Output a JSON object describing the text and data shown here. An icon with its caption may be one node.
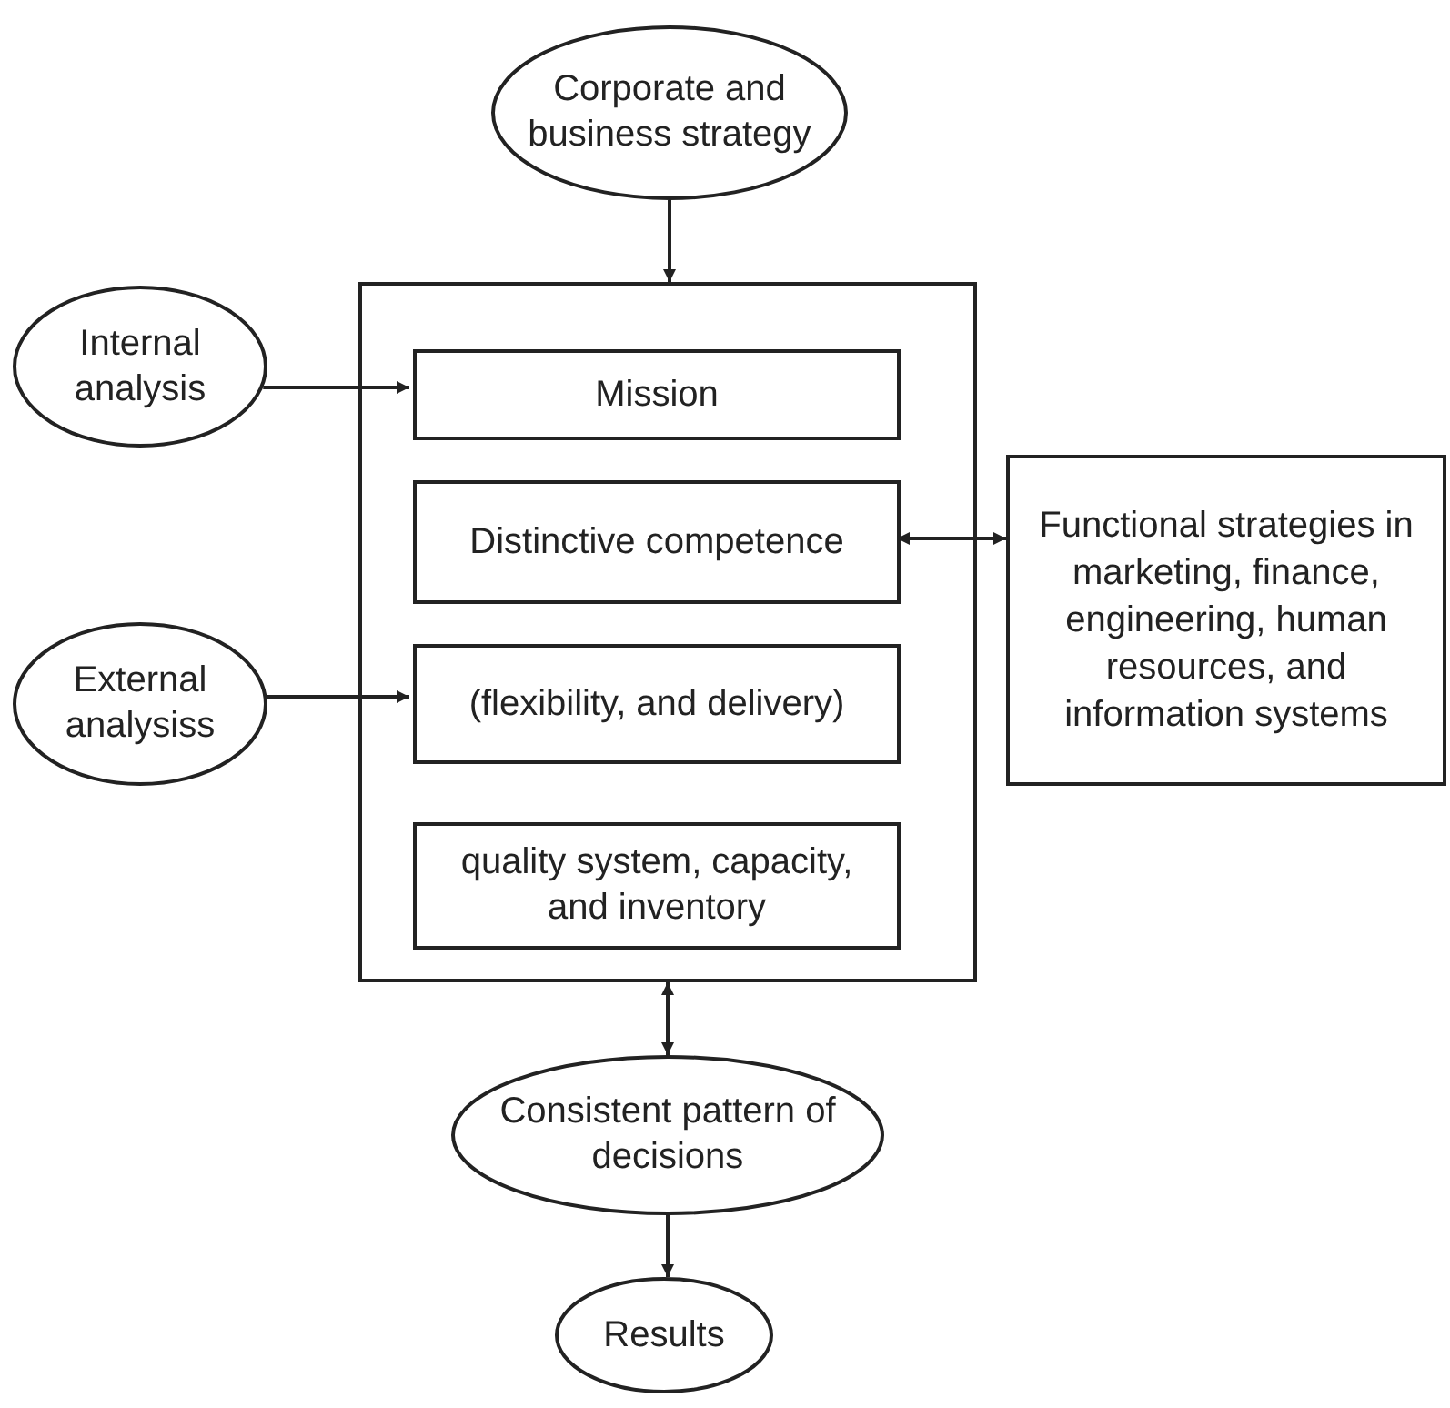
{
  "diagram": {
    "nodes": [
      {
        "text": [
          "Corporate and business strategy"
        ]
      },
      {
        "text": [],
        "shape": "box"
      },
      {
        "text": [
          "Mission"
        ],
        "in": 1
      },
      {
        "text": [
          "Distinctive competence"
        ],
        "in": 1
      },
      {
        "text": [
          "(flexibility, and delivery)"
        ],
        "in": 1
      },
      {
        "text": [
          "quality system, capacity, and inventory"
        ],
        "in": 1
      },
      {
        "text": [
          "Internal analysis"
        ]
      },
      {
        "text": [
          "External analysiss"
        ]
      },
      {
        "text": [
          "Functional strategies in marketing, finance, engineering, human resources, and information systems"
        ]
      },
      {
        "text": [
          "Consistent pattern of decisions"
        ]
      },
      {
        "text": [
          "Results"
        ]
      }
    ],
    "edges": [
      {
        "from": 0,
        "to": 1,
        "arrow": "to"
      },
      {
        "from": 6,
        "to": 2,
        "arrow": "to"
      },
      {
        "from": 7,
        "to": 4,
        "arrow": "to"
      },
      {
        "from": 3,
        "to": 8,
        "arrow": "both"
      },
      {
        "from": 1,
        "to": 9,
        "arrow": "both"
      },
      {
        "from": 9,
        "to": 10,
        "arrow": "to"
      }
    ]
  }
}
